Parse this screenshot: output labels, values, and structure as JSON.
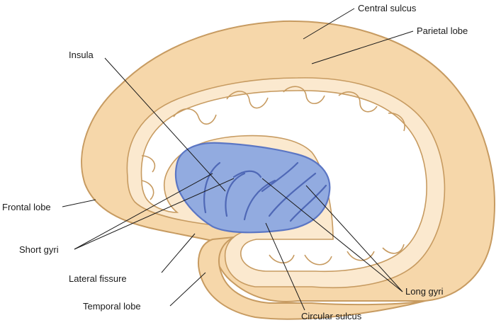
{
  "labels": {
    "central_sulcus": "Central sulcus",
    "parietal_lobe": "Parietal lobe",
    "insula": "Insula",
    "frontal_lobe": "Frontal lobe",
    "short_gyri": "Short gyri",
    "lateral_fissure": "Lateral fissure",
    "temporal_lobe": "Temporal lobe",
    "circular_sulcus": "Circular sulcus",
    "long_gyri": "Long gyri"
  },
  "colors": {
    "cortex": "#f6d7aa",
    "cortex_outline": "#c79b61",
    "insula": "#92abe0",
    "insula_outline": "#5b76c4"
  }
}
